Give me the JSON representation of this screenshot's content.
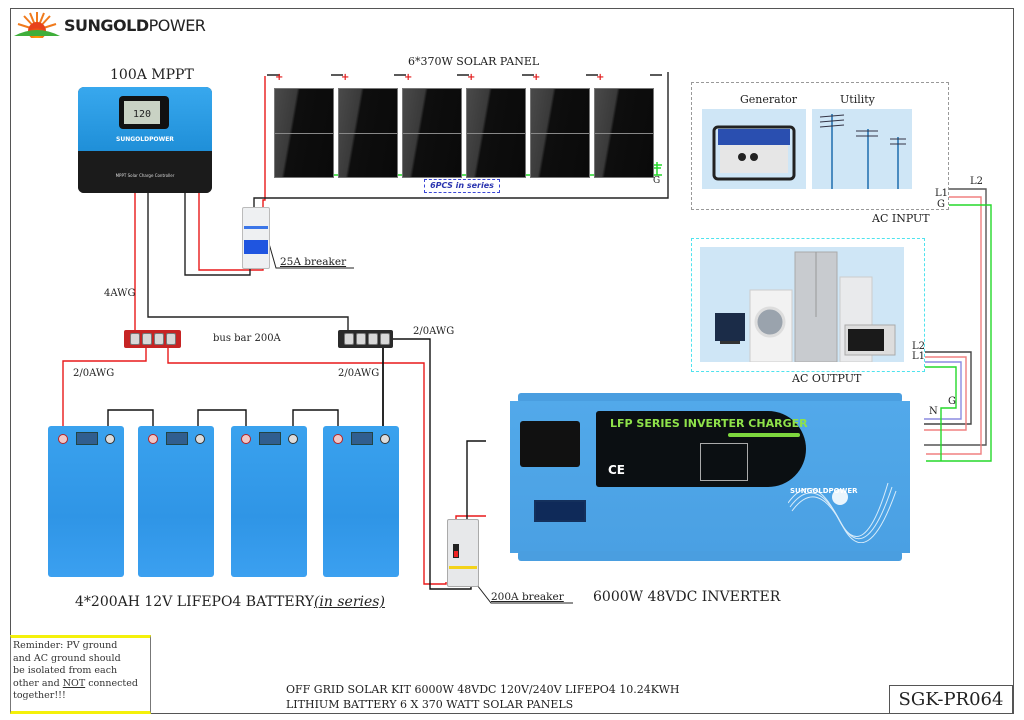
{
  "brand": {
    "logo_bold": "SUNGOLD",
    "logo_light": "POWER",
    "logo_icon": "sun-icon"
  },
  "components": {
    "mppt": {
      "label": "100A MPPT",
      "display_value": "120",
      "body_brand": "SUNGOLDPOWER",
      "body_sub": "MPPT Solar Charge Controller"
    },
    "solar": {
      "label": "6*370W SOLAR PANEL",
      "panel_count": 6,
      "series_tag": "6PCS in series",
      "ground_label": "G",
      "plus_symbol": "+"
    },
    "pv_breaker": {
      "label": "25A breaker"
    },
    "bus_bar": {
      "label": "bus bar 200A"
    },
    "wires": {
      "mppt_to_bus": "4AWG",
      "bus_to_batt_pos": "2/0AWG",
      "bus_to_batt_neg": "2/0AWG",
      "bus_to_inverter_neg": "2/0AWG"
    },
    "battery": {
      "label": "4*200AH 12V LIFEPO4 BATTERY",
      "label_suffix": "(in series)",
      "count": 4
    },
    "battery_breaker": {
      "label": "200A breaker"
    },
    "inverter": {
      "label": "6000W 48VDC INVERTER",
      "panel_title": "LFP SERIES INVERTER CHARGER",
      "ce_mark": "CE",
      "body_brand": "SUNGOLDPOWER"
    },
    "ac_input": {
      "label": "AC INPUT",
      "sources": [
        "Generator",
        "Utility"
      ],
      "terminals": [
        "L2",
        "L1",
        "G"
      ]
    },
    "ac_output": {
      "label": "AC OUTPUT",
      "terminals": [
        "L2",
        "L1"
      ],
      "inverter_terminals": [
        "N",
        "G"
      ]
    }
  },
  "reminder": {
    "line1": "Reminder: PV ground",
    "line2": "and AC ground should",
    "line3": "be isolated from each",
    "line4_pre": "other and ",
    "line4_emph": "NOT",
    "line4_post": " connected",
    "line5": "together!!!"
  },
  "footer": {
    "title_line1": "OFF GRID SOLAR KIT 6000W 48VDC 120V/240V LIFEPO4 10.24KWH",
    "title_line2": "LITHIUM BATTERY 6 X 370 WATT SOLAR PANELS",
    "part_number": "SGK-PR064"
  },
  "colors": {
    "positive_wire": "#e8191a",
    "negative_wire": "#111111",
    "ground_wire": "#25d92a",
    "neutral_wire": "#8c8ce0",
    "ac_output_box": "#4fe3ee",
    "device_blue": "#3aa2ee"
  }
}
